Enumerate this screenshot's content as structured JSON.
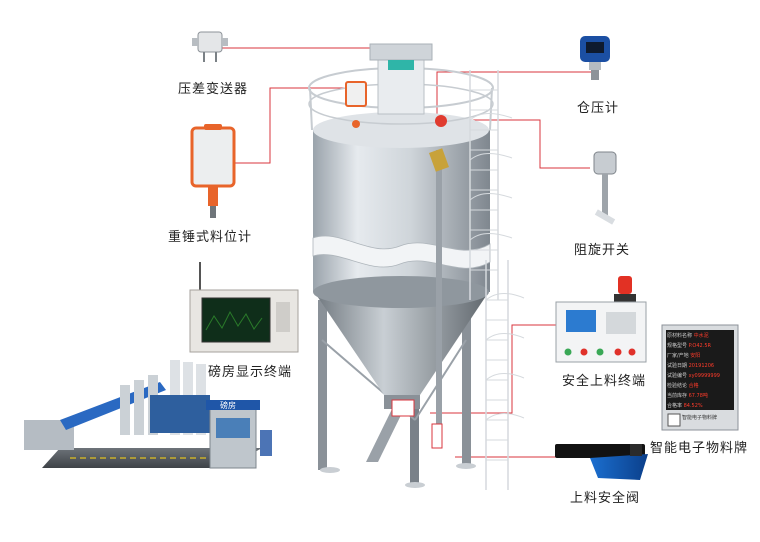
{
  "components": {
    "pressure_diff_transmitter": "压差变送器",
    "hammer_level_gauge": "重锤式料位计",
    "weighbridge_display": "磅房显示终端",
    "silo_pressure_gauge": "仓压计",
    "rotary_switch": "阻旋开关",
    "safety_feed_terminal": "安全上料终端",
    "smart_material_sign": "智能电子物料牌",
    "feed_safety_valve": "上料安全阀"
  },
  "weighbridge_house_text": "磅房",
  "material_sign": {
    "rows": [
      {
        "key": "原材料名称",
        "value": "中水泥"
      },
      {
        "key": "规格型号",
        "value": "P.O42.5R"
      },
      {
        "key": "厂家/产地",
        "value": "安阳"
      },
      {
        "key": "试验日期",
        "value": "20191206"
      },
      {
        "key": "试验编号",
        "value": "xy09999999"
      },
      {
        "key": "检验结论",
        "value": "合格"
      },
      {
        "key": "当前库存",
        "value": "67.78吨"
      },
      {
        "key": "合格率",
        "value": "84.52%"
      }
    ],
    "footer": "智能电子物料牌"
  },
  "colors": {
    "leader_line": "#d9363e",
    "accent_orange": "#e8642a",
    "led_red": "#ff3b2a"
  }
}
